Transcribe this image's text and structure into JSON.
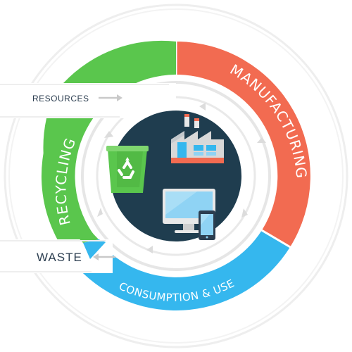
{
  "diagram": {
    "segments": [
      {
        "label": "MANUFACTURING",
        "color": "#f26b51"
      },
      {
        "label": "CONSUMPTION & USE",
        "color": "#35b7ee"
      },
      {
        "label": "RECYCLING",
        "color": "#5ac64d"
      }
    ],
    "side_labels": {
      "resources": "RESOURCES",
      "waste": "WASTE"
    },
    "center_color": "#1f3d4f",
    "icons": [
      "factory-icon",
      "recycle-bin-icon",
      "computer-monitor-icon",
      "smartphone-icon"
    ]
  }
}
